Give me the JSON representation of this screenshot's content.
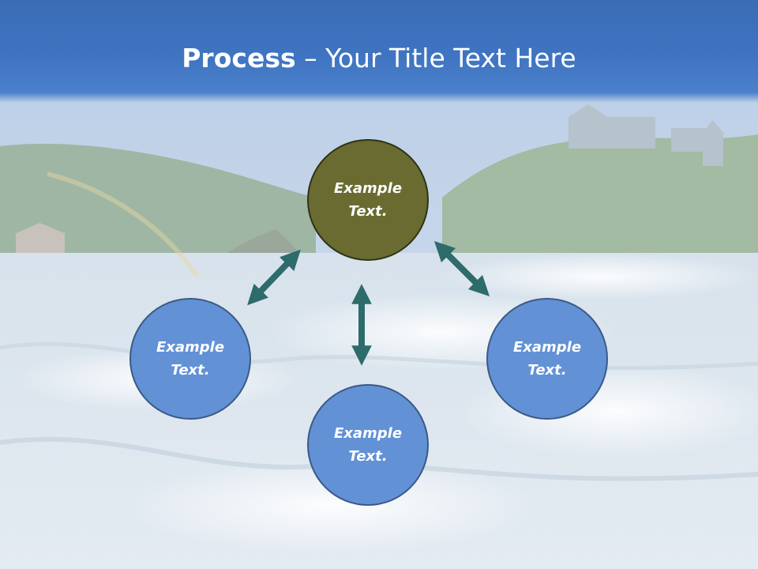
{
  "slide": {
    "title_bold": "Process",
    "title_rest": " – Your Title Text Here"
  },
  "nodes": {
    "top": {
      "label": "Example\nText."
    },
    "left": {
      "label": "Example\nText."
    },
    "right": {
      "label": "Example\nText."
    },
    "bottom": {
      "label": "Example\nText."
    }
  },
  "colors": {
    "title_bar": "#3f74c2",
    "center_node": "#6a6b30",
    "outer_node": "#6291d6",
    "arrow": "#2e6b6b"
  },
  "background": {
    "description_icon": "waterfall-photo"
  }
}
